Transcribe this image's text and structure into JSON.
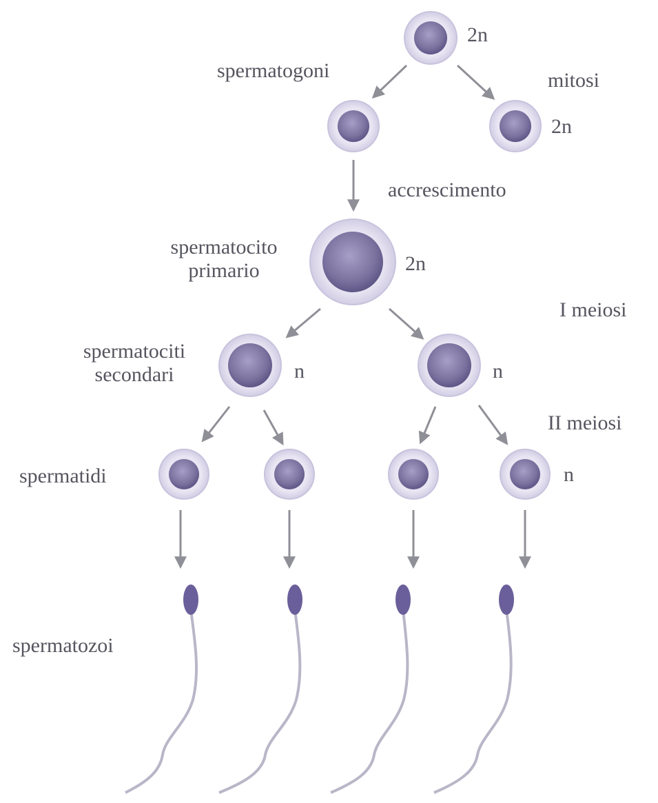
{
  "labels": {
    "spermatogoni": "spermatogoni",
    "mitosi": "mitosi",
    "accrescimento": "accrescimento",
    "spermatocita_primario_1": "spermatocito",
    "spermatocita_primario_2": "primario",
    "i_meiosi": "I meiosi",
    "spermatociti_secondari_1": "spermatociti",
    "spermatociti_secondari_2": "secondari",
    "ii_meiosi": "II meiosi",
    "spermatidi": "spermatidi",
    "spermatozoi": "spermatozoi"
  },
  "ploidy": {
    "spermatogonium_top": "2n",
    "spermatogonium_right": "2n",
    "primary": "2n",
    "secondary_left": "n",
    "secondary_right": "n",
    "spermatid": "n"
  },
  "colors": {
    "cell_outer": "#e3e0ef",
    "cell_ring": "#c8c3dd",
    "nucleus": "#8a82ab",
    "nucleus_dark": "#5e5686",
    "arrow": "#8f8f97",
    "sperm_head": "#6a5f9a",
    "tail": "#b9b6c8",
    "text": "#55555f"
  }
}
